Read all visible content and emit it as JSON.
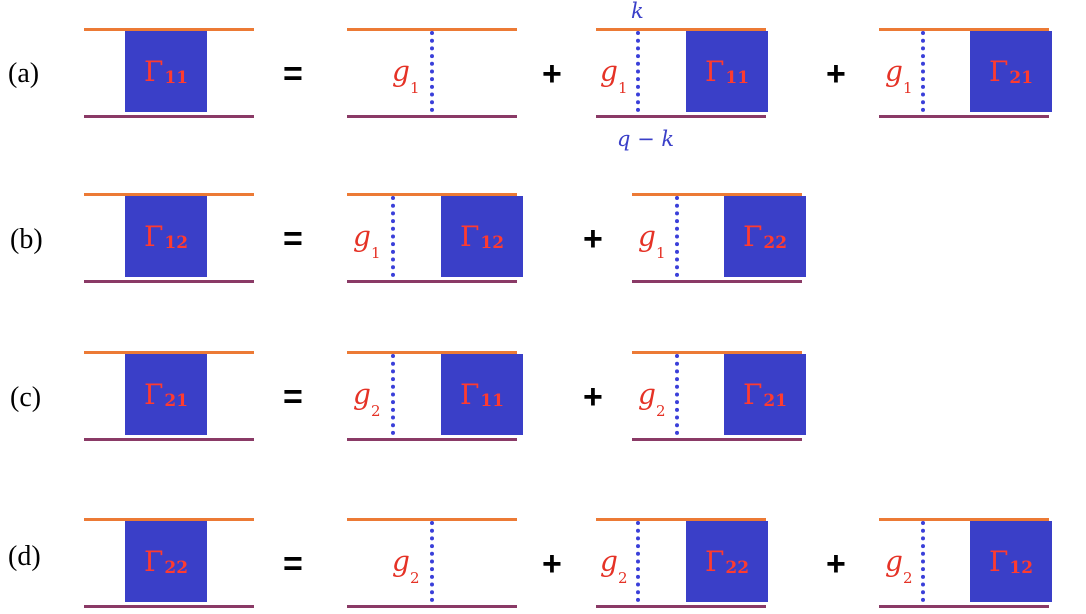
{
  "rows": [
    {
      "label": "(a)",
      "lhs": {
        "gamma": "Γ",
        "sub": "11"
      },
      "equals": "=",
      "terms": [
        {
          "g": "g",
          "gsub": "1"
        },
        {
          "plus": "+",
          "g": "g",
          "gsub": "1",
          "gamma": "Γ",
          "sub": "11"
        },
        {
          "plus": "+",
          "g": "g",
          "gsub": "1",
          "gamma": "Γ",
          "sub": "21"
        }
      ]
    },
    {
      "label": "(b)",
      "lhs": {
        "gamma": "Γ",
        "sub": "12"
      },
      "equals": "=",
      "terms": [
        {
          "g": "g",
          "gsub": "1",
          "gamma": "Γ",
          "sub": "12"
        },
        {
          "plus": "+",
          "g": "g",
          "gsub": "1",
          "gamma": "Γ",
          "sub": "22"
        }
      ]
    },
    {
      "label": "(c)",
      "lhs": {
        "gamma": "Γ",
        "sub": "21"
      },
      "equals": "=",
      "terms": [
        {
          "g": "g",
          "gsub": "2",
          "gamma": "Γ",
          "sub": "11"
        },
        {
          "plus": "+",
          "g": "g",
          "gsub": "2",
          "gamma": "Γ",
          "sub": "21"
        }
      ]
    },
    {
      "label": "(d)",
      "lhs": {
        "gamma": "Γ",
        "sub": "22"
      },
      "equals": "=",
      "terms": [
        {
          "g": "g",
          "gsub": "2"
        },
        {
          "plus": "+",
          "g": "g",
          "gsub": "2",
          "gamma": "Γ",
          "sub": "22"
        },
        {
          "plus": "+",
          "g": "g",
          "gsub": "2",
          "gamma": "Γ",
          "sub": "12"
        }
      ]
    }
  ],
  "annotations": {
    "top_momentum": "k",
    "bottom_momentum": "q − k"
  },
  "colors": {
    "top_line": "#ec7a35",
    "bottom_line": "#8a3a66",
    "vertex_box": "#3a3fc8",
    "coupling_line": "#3a3fd9",
    "label_red": "#ff3b2f"
  }
}
